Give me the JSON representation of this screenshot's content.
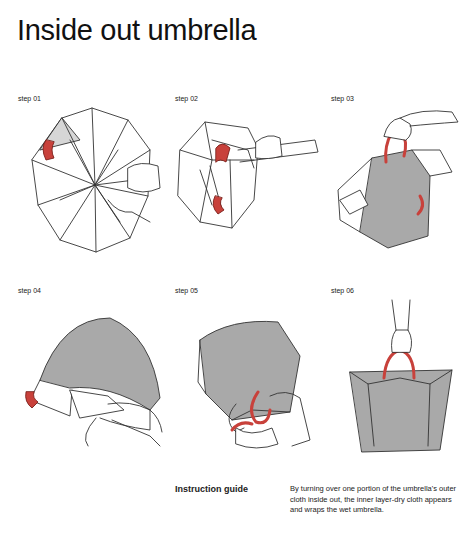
{
  "diagram": {
    "title": "Inside out umbrella",
    "labels": [
      "step 01",
      "step 02",
      "step 03",
      "step 04",
      "step 05",
      "step 06",
      "Instruction guide",
      "By turning over one portion of the umbrella's outer cloth inside out, the inner layer-dry cloth appears and wraps the wet umbrella."
    ]
  }
}
